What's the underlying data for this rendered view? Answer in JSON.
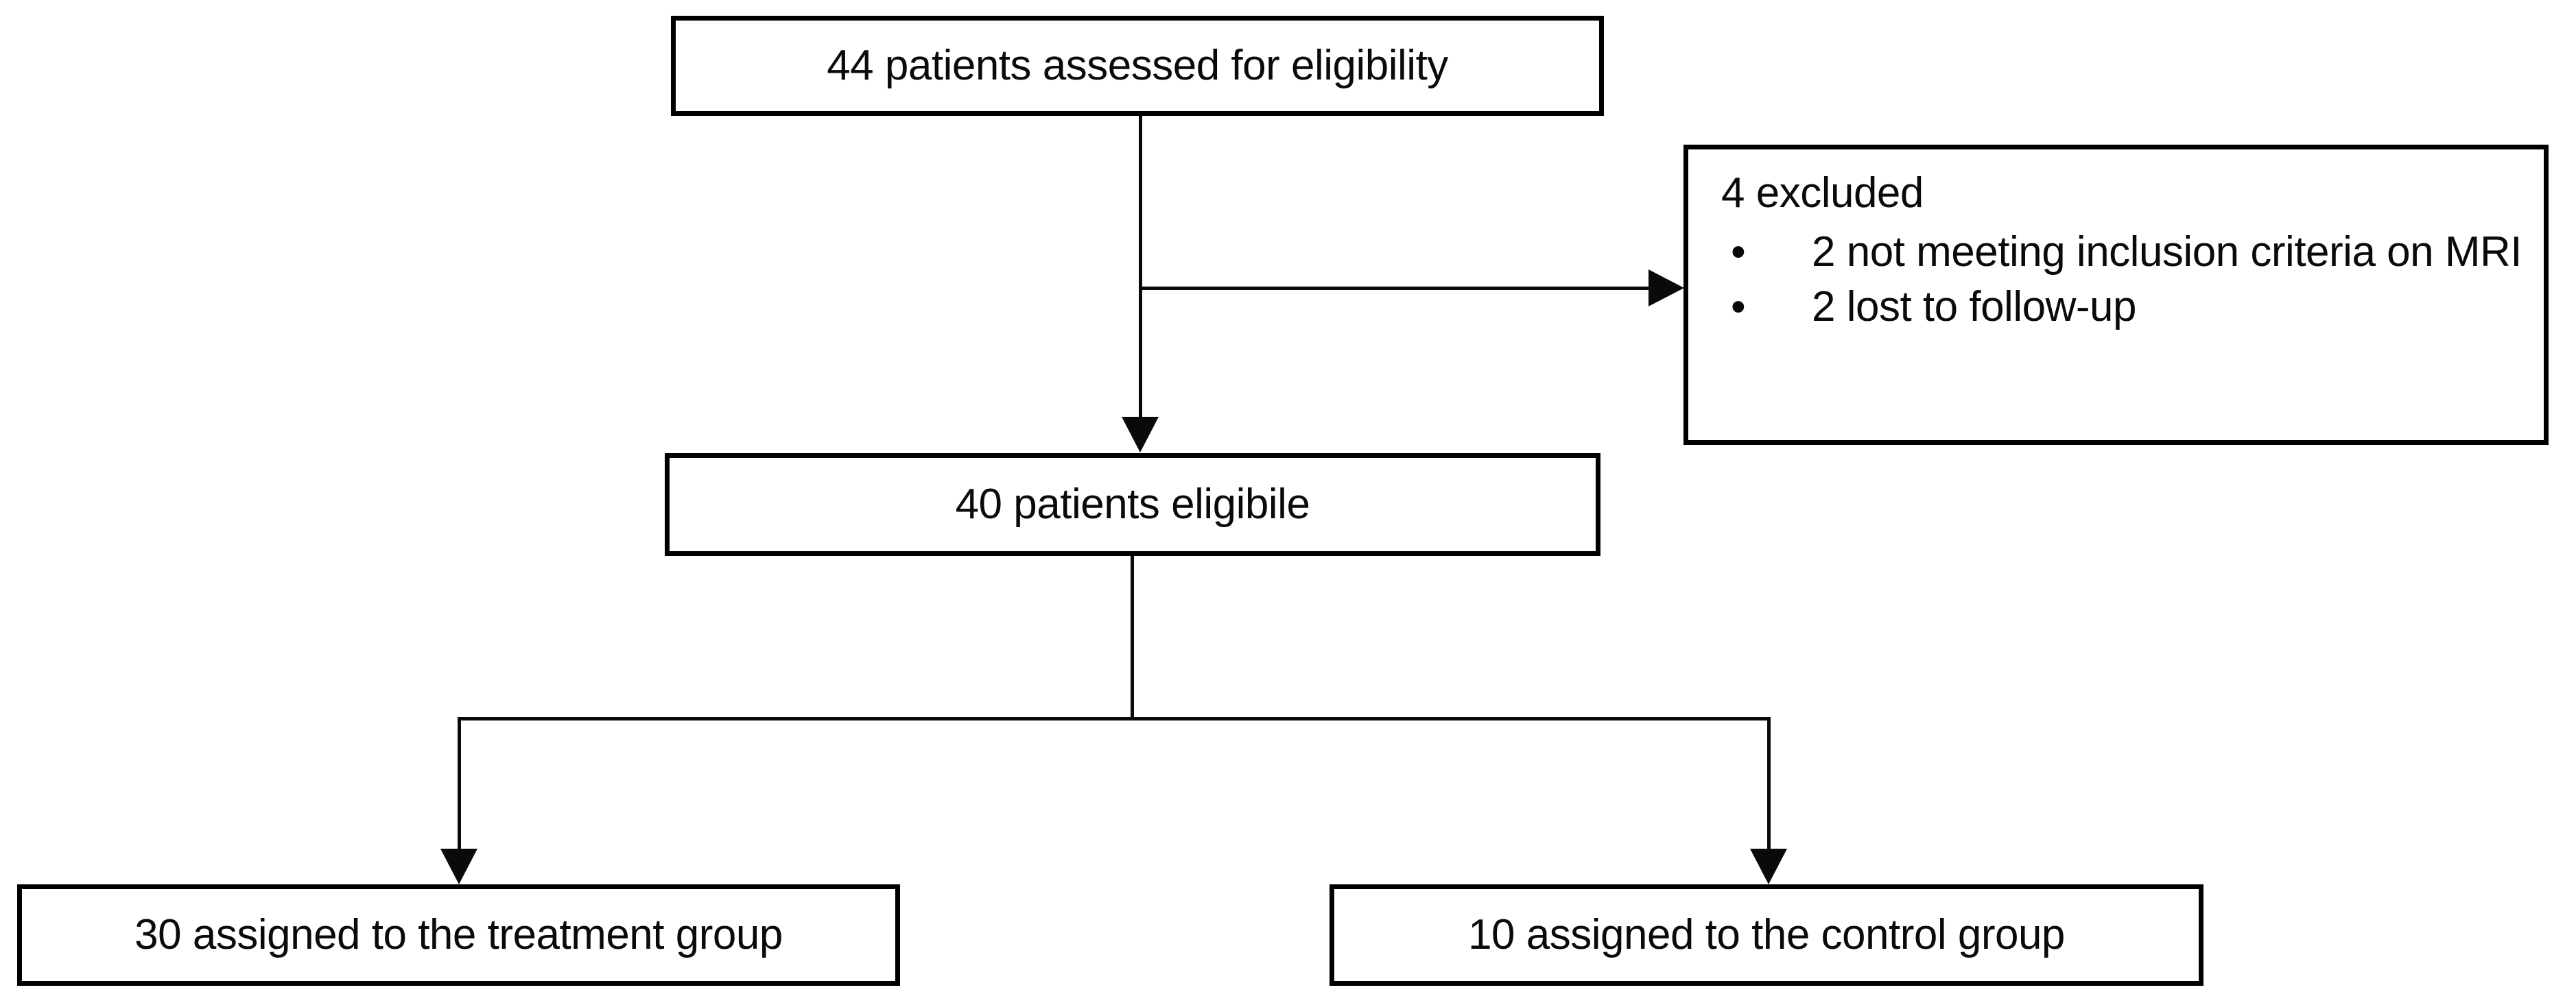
{
  "diagram": {
    "type": "consort-flow-diagram",
    "line_color": "#0a0a0a",
    "box_border_color": "#000000",
    "background_color": "#ffffff",
    "nodes": {
      "assessed": {
        "text": "44 patients assessed for eligibility"
      },
      "excluded": {
        "heading": "4 excluded",
        "bullets": [
          {
            "marker": "•",
            "text": "2 not meeting inclusion criteria on MRI"
          },
          {
            "marker": "•",
            "text": "2 lost to follow-up"
          }
        ]
      },
      "eligible": {
        "text": "40 patients eligibile"
      },
      "treatment": {
        "text": "30 assigned to the treatment group"
      },
      "control": {
        "text": "10 assigned to the control group"
      }
    },
    "edges": [
      {
        "from": "assessed",
        "to": "eligible",
        "style": "straight-arrow-down"
      },
      {
        "from": "assessed",
        "to": "excluded",
        "style": "branch-arrow-right"
      },
      {
        "from": "eligible",
        "to": "treatment",
        "style": "split-arrow-down"
      },
      {
        "from": "eligible",
        "to": "control",
        "style": "split-arrow-down"
      }
    ],
    "counts": {
      "assessed": 44,
      "excluded_total": 4,
      "excluded_not_meeting_criteria": 2,
      "excluded_lost_to_followup": 2,
      "eligible": 40,
      "treatment_group": 30,
      "control_group": 10
    }
  }
}
